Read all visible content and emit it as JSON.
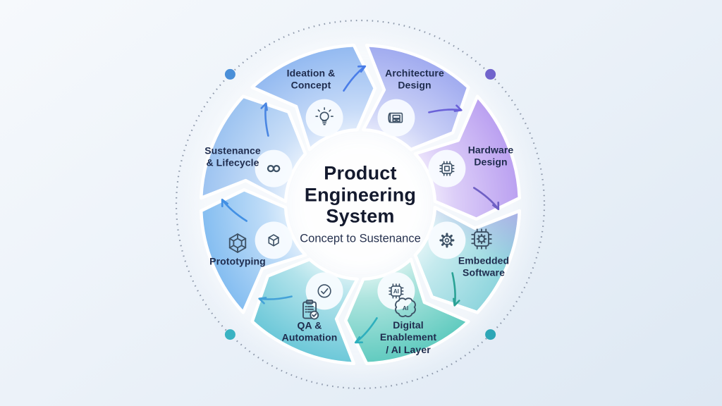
{
  "center": {
    "title": "Product\nEngineering\nSystem",
    "subtitle": "Concept to Sustenance"
  },
  "diagram": {
    "flow_direction": "clockwise",
    "label_color": "#1f2c4e",
    "icon_ink_color": "#3e5266",
    "segments": [
      {
        "name": "ideation-concept",
        "label": "Ideation &\nConcept",
        "color": "#8fb7f0",
        "icon": "lightbulb-icon"
      },
      {
        "name": "architecture-design",
        "label": "Architecture\nDesign",
        "color": "#9da8ef",
        "icon": "blueprint-icon"
      },
      {
        "name": "hardware-design",
        "label": "Hardware\nDesign",
        "color": "#b89df0",
        "icon": "chip-icon"
      },
      {
        "name": "embedded-software",
        "label": "Embedded\nSoftware",
        "color": "#8bd4dc",
        "icon": "gear-icon",
        "extra_icon": "chip-gear-icon"
      },
      {
        "name": "digital-enablement-ai-layer",
        "label": "Digital\nEnablement\n/ AI Layer",
        "color": "#5bc9bd",
        "icon": "ai-chip-icon",
        "extra_icon": "ai-brain-icon"
      },
      {
        "name": "qa-automation",
        "label": "QA &\nAutomation",
        "color": "#67c6d7",
        "icon": "check-circle-icon",
        "extra_icon": "clipboard-check-icon"
      },
      {
        "name": "prototyping",
        "label": "Prototyping",
        "color": "#80bbf0",
        "icon": "cube-icon",
        "extra_icon": "wireframe-cube-icon"
      },
      {
        "name": "sustenance-lifecycle",
        "label": "Sustenance\n& Lifecycle",
        "color": "#99c1f0",
        "icon": "infinity-icon"
      }
    ],
    "flow_arrows": [
      {
        "from": "sustenance-lifecycle",
        "to": "ideation-concept",
        "color": "#4a86e2"
      },
      {
        "from": "ideation-concept",
        "to": "architecture-design",
        "color": "#4a7de8"
      },
      {
        "from": "architecture-design",
        "to": "hardware-design",
        "color": "#6a61d8"
      },
      {
        "from": "hardware-design",
        "to": "embedded-software",
        "color": "#6e5fc4"
      },
      {
        "from": "embedded-software",
        "to": "digital-enablement-ai-layer",
        "color": "#2aa295"
      },
      {
        "from": "digital-enablement-ai-layer",
        "to": "qa-automation",
        "color": "#2eafbd"
      },
      {
        "from": "qa-automation",
        "to": "prototyping",
        "color": "#44a2d8"
      },
      {
        "from": "prototyping",
        "to": "sustenance-lifecycle",
        "color": "#4290e4"
      }
    ],
    "accent_dots": [
      {
        "position": "top-left",
        "color": "#4a8fd8"
      },
      {
        "position": "top-right",
        "color": "#7164cc"
      },
      {
        "position": "bottom-right",
        "color": "#2da6b6"
      },
      {
        "position": "bottom-left",
        "color": "#39b2c2"
      }
    ]
  }
}
